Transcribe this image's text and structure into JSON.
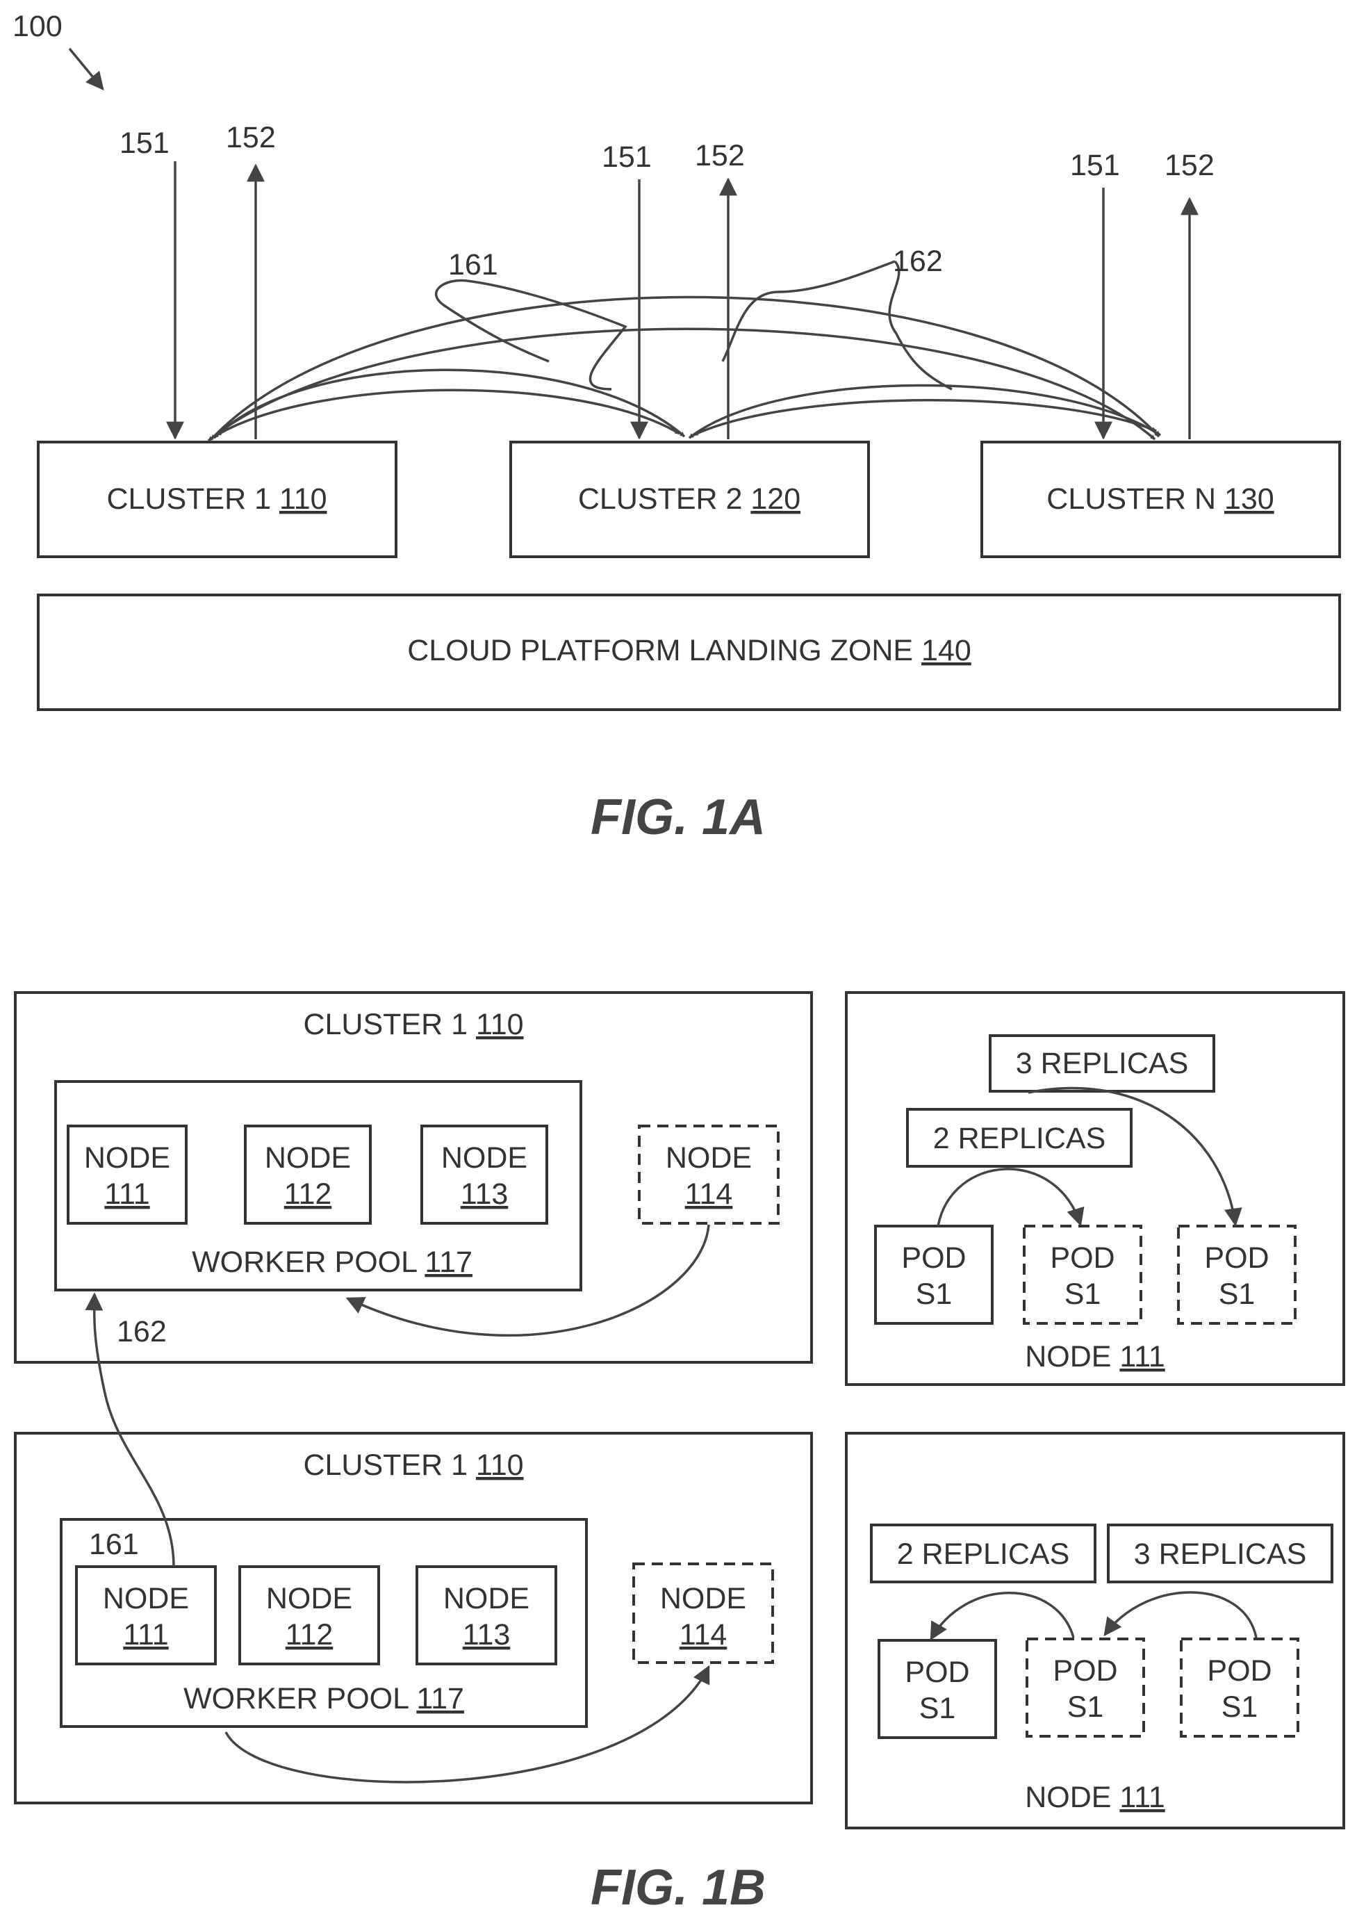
{
  "fig1a": {
    "ref_system": "100",
    "input_ref": "151",
    "output_ref": "152",
    "link_ref_a": "161",
    "link_ref_b": "162",
    "cluster1": {
      "label": "CLUSTER 1",
      "ref": "110"
    },
    "cluster2": {
      "label": "CLUSTER 2",
      "ref": "120"
    },
    "clusterN": {
      "label": "CLUSTER N",
      "ref": "130"
    },
    "landing_zone": {
      "label": "CLOUD PLATFORM LANDING ZONE",
      "ref": "140"
    },
    "caption": "FIG. 1A"
  },
  "fig1b": {
    "cluster_label": "CLUSTER 1",
    "cluster_ref": "110",
    "node_word": "NODE",
    "nodes": [
      "111",
      "112",
      "113",
      "114"
    ],
    "pool_label": "WORKER POOL",
    "pool_ref": "117",
    "link_ref_a": "161",
    "link_ref_b": "162",
    "replicas_2": "2 REPLICAS",
    "replicas_3": "3 REPLICAS",
    "pod_word": "POD",
    "pod_id": "S1",
    "node_panel_label": "NODE",
    "node_panel_ref": "111",
    "caption": "FIG. 1B"
  }
}
